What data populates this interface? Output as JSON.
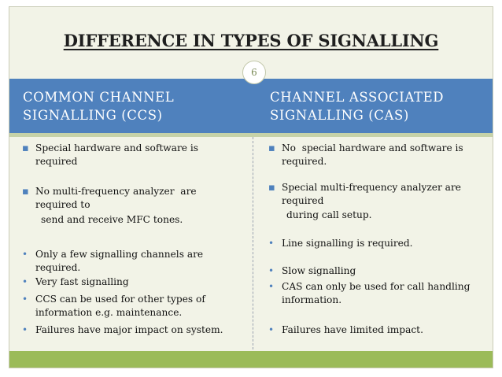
{
  "slide": {
    "title": "DIFFERENCE IN TYPES OF SIGNALLING",
    "number": "6"
  },
  "left": {
    "heading_line1": "COMMON CHANNEL",
    "heading_line2": "SIGNALLING (CCS)",
    "b1_l1": "Special hardware and software is",
    "b1_l2": "required",
    "b2_l1": "No multi-frequency analyzer  are",
    "b2_l2": "required to",
    "b2_l3": "send and receive MFC tones.",
    "b3_l1": "Only a few signalling channels are",
    "b3_l2": "required.",
    "b4": "Very fast signalling",
    "b5_l1": "CCS can be used for other types of",
    "b5_l2": "information e.g. maintenance.",
    "b6": "Failures have major impact on system."
  },
  "right": {
    "heading_line1": "CHANNEL ASSOCIATED",
    "heading_line2": "SIGNALLING (CAS)",
    "b1_l1": "No  special hardware and software is",
    "b1_l2": "required.",
    "b2_l1": "Special multi-frequency analyzer are",
    "b2_l2": "required",
    "b2_l3": "during call setup.",
    "b3": "Line signalling is required.",
    "b4": "Slow signalling",
    "b5_l1": "CAS can only be used for call handling",
    "b5_l2": "information.",
    "b6": "Failures have limited impact."
  },
  "bullets": {
    "square": "▪",
    "dot": "•"
  },
  "colors": {
    "header": "#4f81bd",
    "footer": "#9bbb59",
    "background": "#f2f3e7"
  }
}
